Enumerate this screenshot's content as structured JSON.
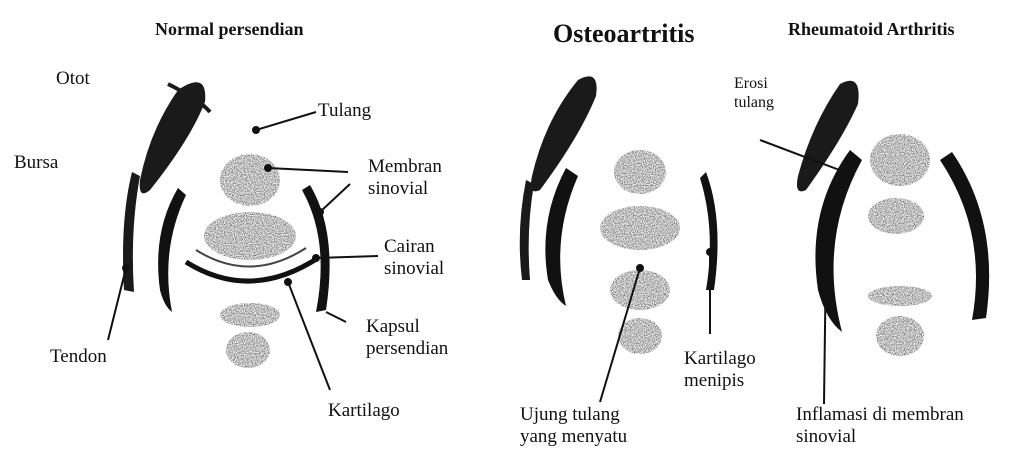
{
  "headings": {
    "normal": "Normal persendian",
    "osteo": "Osteoartritis",
    "rheuma": "Rheumatoid Arthritis"
  },
  "labels": {
    "otot": "Otot",
    "bursa": "Bursa",
    "tendon": "Tendon",
    "tulang": "Tulang",
    "membran": [
      "Membran",
      "sinovial"
    ],
    "cairan": [
      "Cairan",
      "sinovial"
    ],
    "kapsul": [
      "Kapsul",
      "persendian"
    ],
    "kartilago": "Kartilago",
    "ujung": [
      "Ujung tulang",
      "yang menyatu"
    ],
    "kartilago_menipis": [
      "Kartilago",
      "menipis"
    ],
    "erosi": [
      "Erosi",
      "tulang"
    ],
    "inflamasi": [
      "Inflamasi di membran",
      "sinovial"
    ]
  },
  "colors": {
    "ink": "#111111",
    "bone": "#2a2a2a",
    "paper": "#ffffff"
  }
}
